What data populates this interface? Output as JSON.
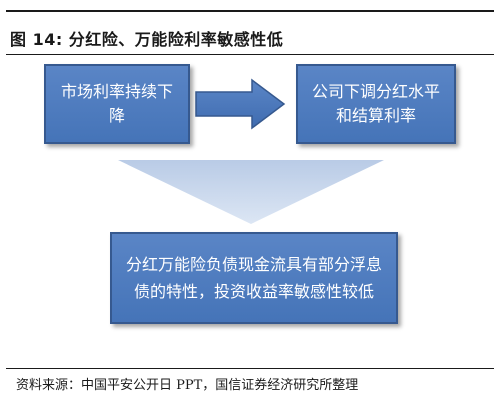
{
  "figure": {
    "title": "图 14:  分红险、万能险利率敏感性低"
  },
  "diagram": {
    "box_left": {
      "text": "市场利率持续下降"
    },
    "box_right": {
      "text": "公司下调分红水平和结算利率"
    },
    "box_bottom": {
      "text": "分红万能险负债现金流具有部分浮息债的特性，投资收益率敏感性较低"
    }
  },
  "source": {
    "text": "资料来源：中国平安公开日 PPT，国信证券经济研究所整理"
  },
  "colors": {
    "box_fill": "#4f7cc0",
    "box_border": "#36598f",
    "arrow_fill": "#4a79be",
    "triangle_fill": "#c5d4ea"
  }
}
